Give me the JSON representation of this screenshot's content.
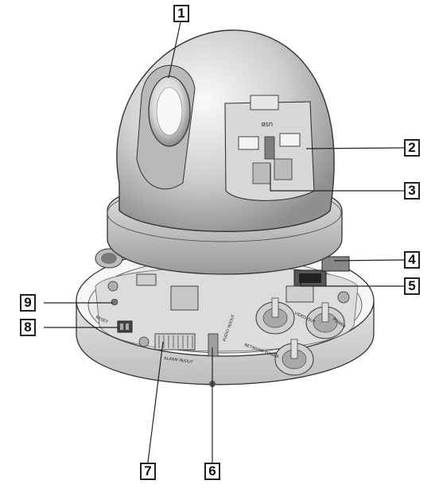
{
  "callouts": [
    {
      "id": "callout-1",
      "label": "1"
    },
    {
      "id": "callout-2",
      "label": "2"
    },
    {
      "id": "callout-3",
      "label": "3"
    },
    {
      "id": "callout-4",
      "label": "4"
    },
    {
      "id": "callout-5",
      "label": "5"
    },
    {
      "id": "callout-6",
      "label": "6"
    },
    {
      "id": "callout-7",
      "label": "7"
    },
    {
      "id": "callout-8",
      "label": "8"
    },
    {
      "id": "callout-9",
      "label": "9"
    }
  ],
  "device_text": {
    "usb": "USB",
    "alarm_in_out": "ALARM IN/OUT",
    "network_power": "NETWORK POWER",
    "audio_in_out": "AUDIO IN/OUT",
    "video_out": "VIDEO OUT",
    "reset": "RESET",
    "power": "POWER"
  }
}
